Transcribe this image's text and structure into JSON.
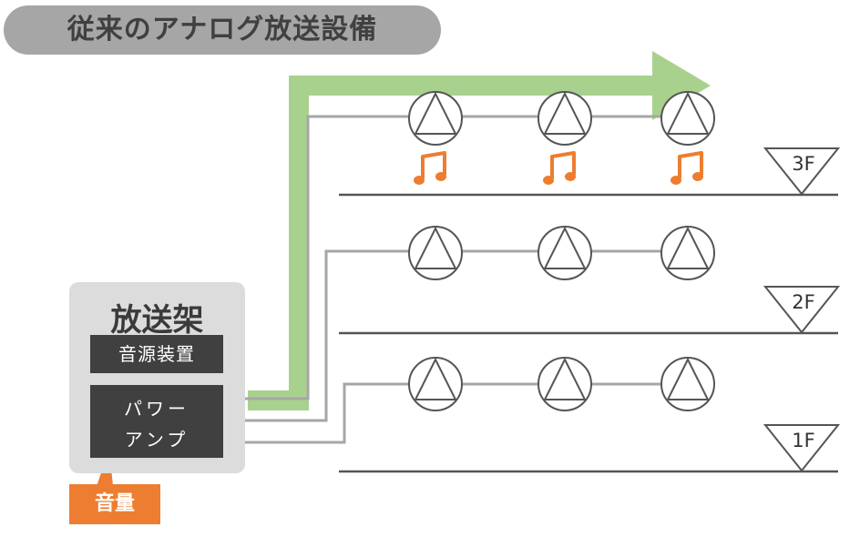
{
  "title": "従来のアナログ放送設備",
  "rack": {
    "label": "放送架",
    "source_device": "音源装置",
    "amp_line1": "パワー",
    "amp_line2": "アンプ"
  },
  "volume_label": "音量",
  "floors": [
    {
      "label": "3F",
      "speakers": 3,
      "music_notes": 3
    },
    {
      "label": "2F",
      "speakers": 3,
      "music_notes": 0
    },
    {
      "label": "1F",
      "speakers": 3,
      "music_notes": 0
    }
  ],
  "colors": {
    "accent_green": "#a9d18e",
    "accent_orange": "#ed7d31",
    "dark_box": "#404040",
    "title_pill": "#a6a6a6",
    "rack_bg": "#dcdcdc",
    "wire": "#a6a6a6"
  },
  "icons": {
    "speaker": "speaker-icon",
    "note": "music-note-icon",
    "floor_marker": "floor-marker-icon"
  }
}
